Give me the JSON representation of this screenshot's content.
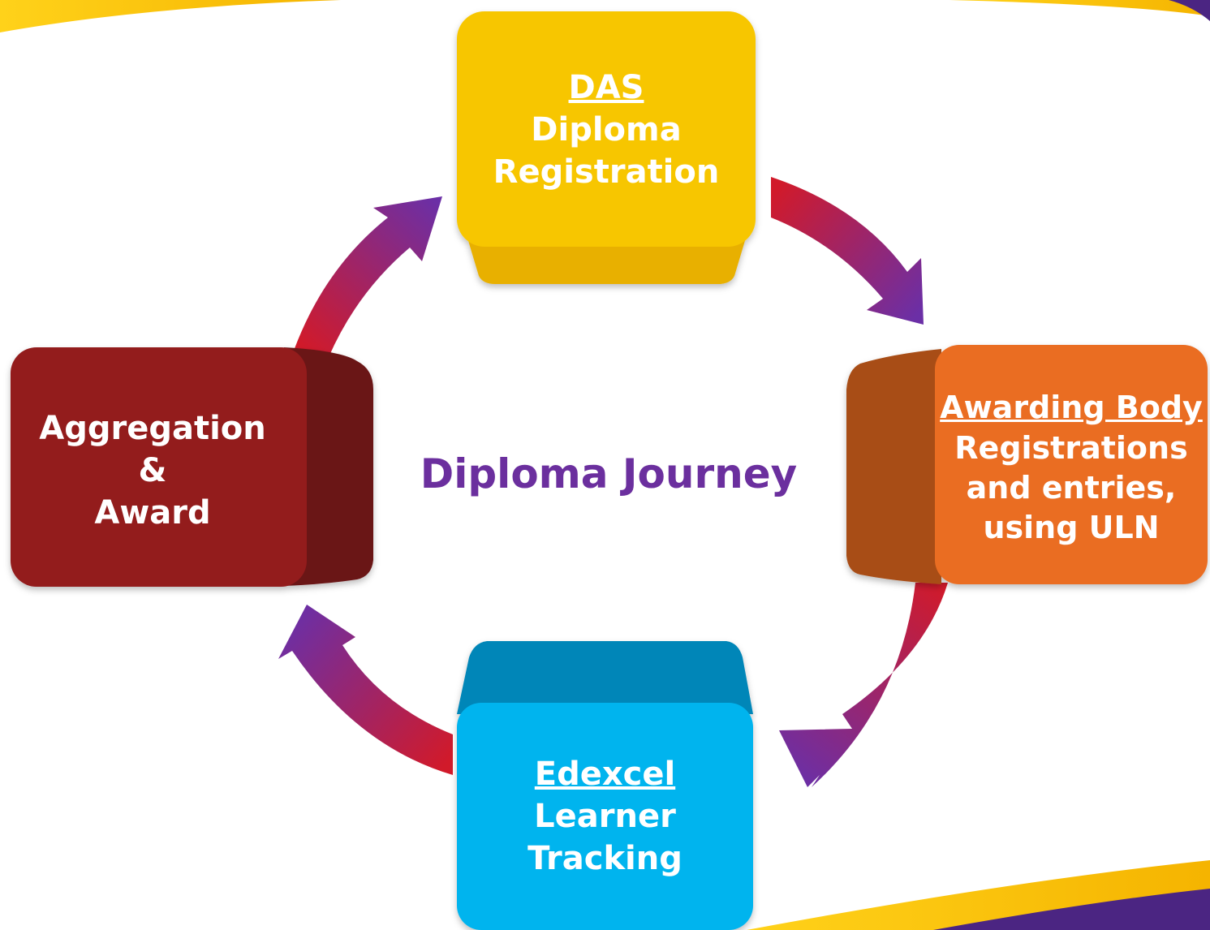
{
  "diagram": {
    "title": "Diploma Journey",
    "title_color": "#6b2f9e",
    "nodes": [
      {
        "id": "das",
        "heading": "DAS",
        "lines": [
          "Diploma",
          "Registration"
        ],
        "color": "#f7c600"
      },
      {
        "id": "awarding-body",
        "heading": "Awarding Body",
        "lines": [
          "Registrations",
          "and entries,",
          "using ULN"
        ],
        "color": "#ea6d22"
      },
      {
        "id": "edexcel",
        "heading": "Edexcel",
        "lines": [
          "Learner",
          "Tracking"
        ],
        "color": "#00b4ee"
      },
      {
        "id": "aggregation",
        "heading": "",
        "lines": [
          "Aggregation",
          "&",
          "Award"
        ],
        "color": "#931a1d"
      }
    ],
    "arrow_gradient": {
      "start": "#d11a2a",
      "end": "#6b2fa6"
    },
    "flow": [
      {
        "from": "das",
        "to": "awarding-body"
      },
      {
        "from": "awarding-body",
        "to": "edexcel"
      },
      {
        "from": "edexcel",
        "to": "aggregation"
      },
      {
        "from": "aggregation",
        "to": "das"
      }
    ]
  }
}
